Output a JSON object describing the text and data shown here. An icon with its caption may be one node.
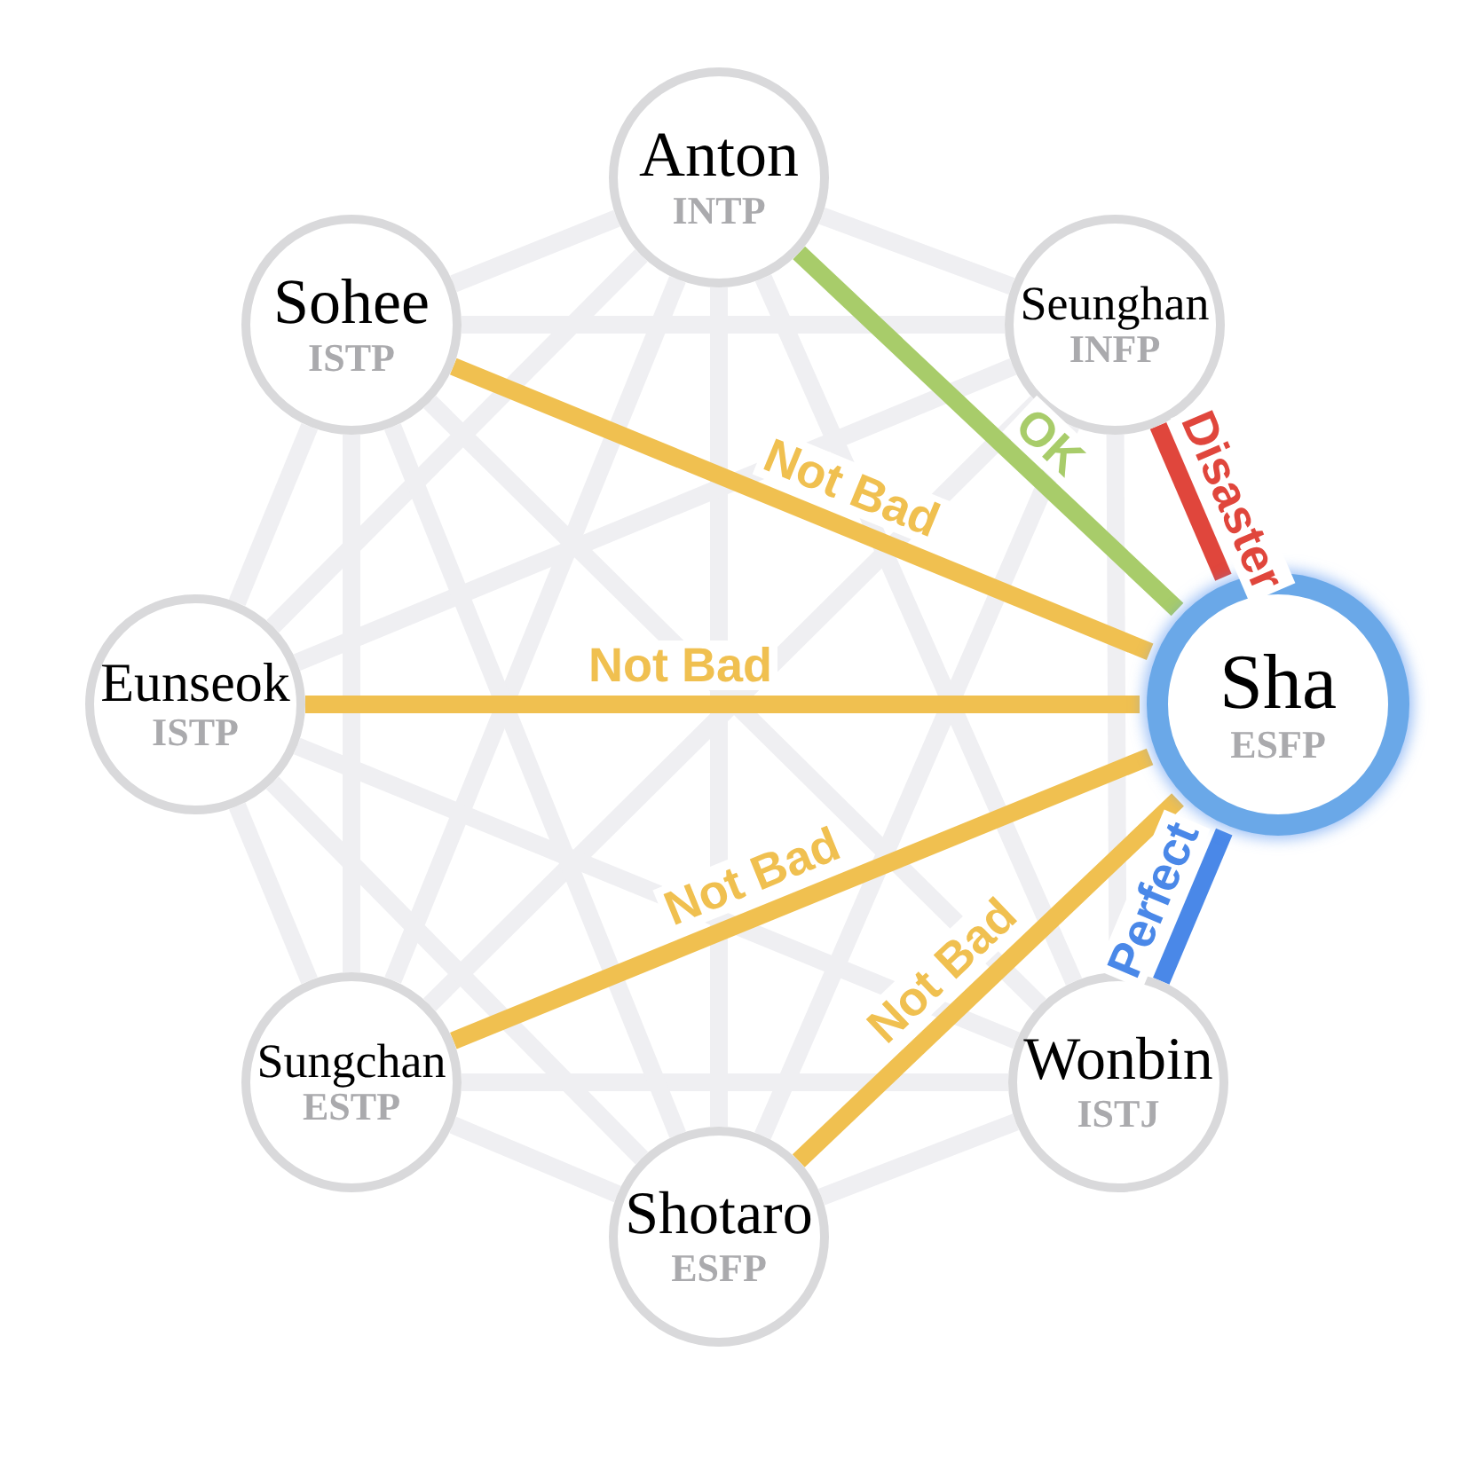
{
  "diagram": {
    "nodes": [
      {
        "text": [
          "Anton",
          "INTP"
        ]
      },
      {
        "text": [
          "Seunghan",
          "INFP"
        ]
      },
      {
        "text": [
          "Sha",
          "ESFP"
        ]
      },
      {
        "text": [
          "Wonbin",
          "ISTJ"
        ]
      },
      {
        "text": [
          "Shotaro",
          "ESFP"
        ]
      },
      {
        "text": [
          "Sungchan",
          "ESTP"
        ]
      },
      {
        "text": [
          "Eunseok",
          "ISTP"
        ]
      },
      {
        "text": [
          "Sohee",
          "ISTP"
        ]
      }
    ],
    "edges": [
      {
        "from": 0,
        "to": 1,
        "arrow": "none"
      },
      {
        "from": 0,
        "to": 3,
        "arrow": "none"
      },
      {
        "from": 0,
        "to": 4,
        "arrow": "none"
      },
      {
        "from": 0,
        "to": 5,
        "arrow": "none"
      },
      {
        "from": 0,
        "to": 6,
        "arrow": "none"
      },
      {
        "from": 0,
        "to": 7,
        "arrow": "none"
      },
      {
        "from": 1,
        "to": 3,
        "arrow": "none"
      },
      {
        "from": 1,
        "to": 4,
        "arrow": "none"
      },
      {
        "from": 1,
        "to": 5,
        "arrow": "none"
      },
      {
        "from": 1,
        "to": 6,
        "arrow": "none"
      },
      {
        "from": 1,
        "to": 7,
        "arrow": "none"
      },
      {
        "from": 3,
        "to": 4,
        "arrow": "none"
      },
      {
        "from": 3,
        "to": 5,
        "arrow": "none"
      },
      {
        "from": 3,
        "to": 6,
        "arrow": "none"
      },
      {
        "from": 3,
        "to": 7,
        "arrow": "none"
      },
      {
        "from": 4,
        "to": 5,
        "arrow": "none"
      },
      {
        "from": 4,
        "to": 6,
        "arrow": "none"
      },
      {
        "from": 4,
        "to": 7,
        "arrow": "none"
      },
      {
        "from": 5,
        "to": 6,
        "arrow": "none"
      },
      {
        "from": 5,
        "to": 7,
        "arrow": "none"
      },
      {
        "from": 6,
        "to": 7,
        "arrow": "none"
      },
      {
        "from": 0,
        "to": 2,
        "arrow": "none",
        "label": "OK",
        "color": "#a8cc6a"
      },
      {
        "from": 1,
        "to": 2,
        "arrow": "none",
        "label": "Disaster",
        "color": "#e0463c"
      },
      {
        "from": 7,
        "to": 2,
        "arrow": "none",
        "label": "Not Bad",
        "color": "#f0c050"
      },
      {
        "from": 6,
        "to": 2,
        "arrow": "none",
        "label": "Not Bad",
        "color": "#f0c050"
      },
      {
        "from": 5,
        "to": 2,
        "arrow": "none",
        "label": "Not Bad",
        "color": "#f0c050"
      },
      {
        "from": 4,
        "to": 2,
        "arrow": "none",
        "label": "Not Bad",
        "color": "#f0c050"
      },
      {
        "from": 3,
        "to": 2,
        "arrow": "none",
        "label": "Perfect",
        "color": "#4a88e8"
      }
    ]
  }
}
